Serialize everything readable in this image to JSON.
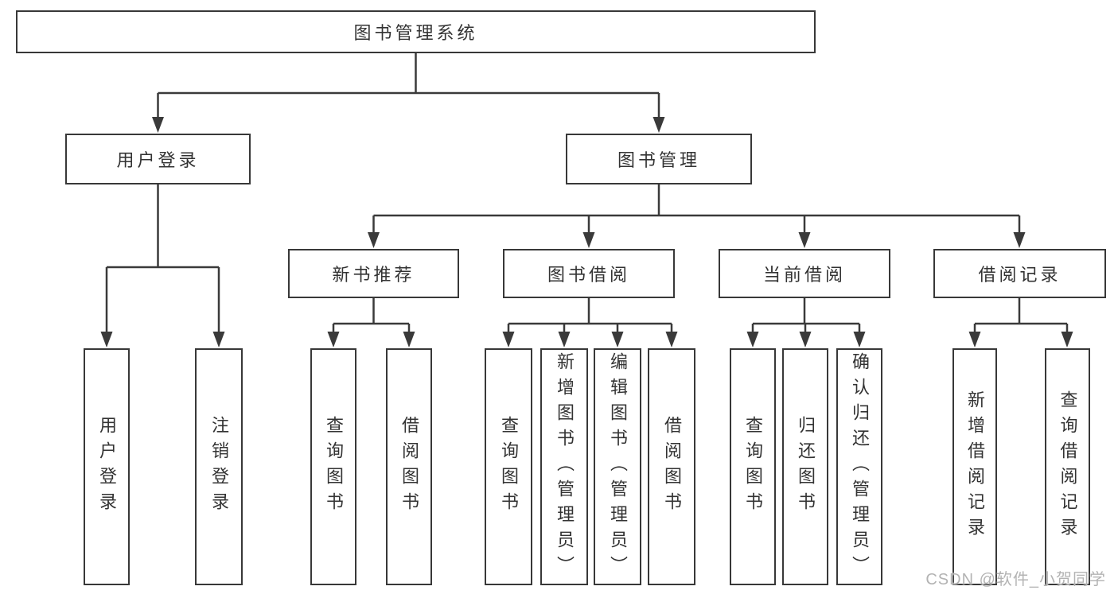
{
  "diagram": {
    "tree": {
      "label": "图书管理系统",
      "children": [
        {
          "label": "用户登录",
          "children": [
            {
              "label": "用户登录"
            },
            {
              "label": "注销登录"
            }
          ]
        },
        {
          "label": "图书管理",
          "children": [
            {
              "label": "新书推荐",
              "children": [
                {
                  "label": "查询图书"
                },
                {
                  "label": "借阅图书"
                }
              ]
            },
            {
              "label": "图书借阅",
              "children": [
                {
                  "label": "查询图书"
                },
                {
                  "label": "新增图书（管理员）"
                },
                {
                  "label": "编辑图书（管理员）"
                },
                {
                  "label": "借阅图书"
                }
              ]
            },
            {
              "label": "当前借阅",
              "children": [
                {
                  "label": "查询图书"
                },
                {
                  "label": "归还图书"
                },
                {
                  "label": "确认归还（管理员）"
                }
              ]
            },
            {
              "label": "借阅记录",
              "children": [
                {
                  "label": "新增借阅记录"
                },
                {
                  "label": "查询借阅记录"
                }
              ]
            }
          ]
        }
      ]
    },
    "colors": {
      "line": "#3a3a3a",
      "box_border": "#383838",
      "text": "#333333",
      "background": "#ffffff",
      "watermark": "#b3b3b3"
    }
  },
  "watermark": {
    "text": "CSDN @软件_小贺同学"
  }
}
